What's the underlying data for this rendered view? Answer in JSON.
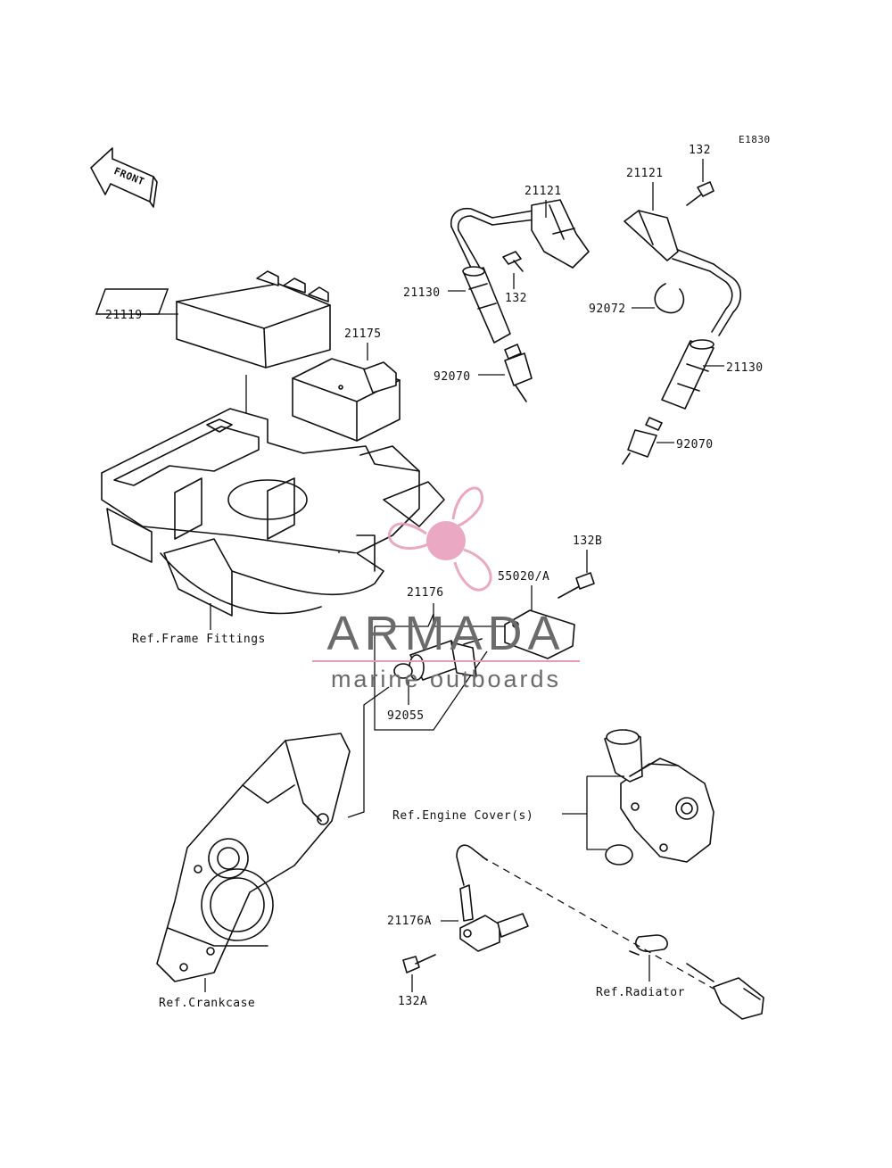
{
  "diagram": {
    "code": "E1830",
    "front_label": "FRONT",
    "watermark": {
      "brand": "ARMADA",
      "tagline": "marine outboards",
      "colors": {
        "text": "#6b6b6b",
        "logo": "#e79ab8",
        "rule": "#e79ab8"
      }
    },
    "labels": {
      "p21119": "21119",
      "p21175": "21175",
      "p21121a": "21121",
      "p21121b": "21121",
      "p132a": "132",
      "p132b": "132",
      "p21130a": "21130",
      "p21130b": "21130",
      "p92070a": "92070",
      "p92070b": "92070",
      "p92072": "92072",
      "p132B": "132B",
      "p55020": "55020/A",
      "p21176": "21176",
      "p92055": "92055",
      "ref_frame": "Ref.Frame Fittings",
      "ref_engine_cover": "Ref.Engine Cover(s)",
      "p21176A": "21176A",
      "p132A": "132A",
      "ref_crankcase": "Ref.Crankcase",
      "ref_radiator": "Ref.Radiator"
    }
  }
}
